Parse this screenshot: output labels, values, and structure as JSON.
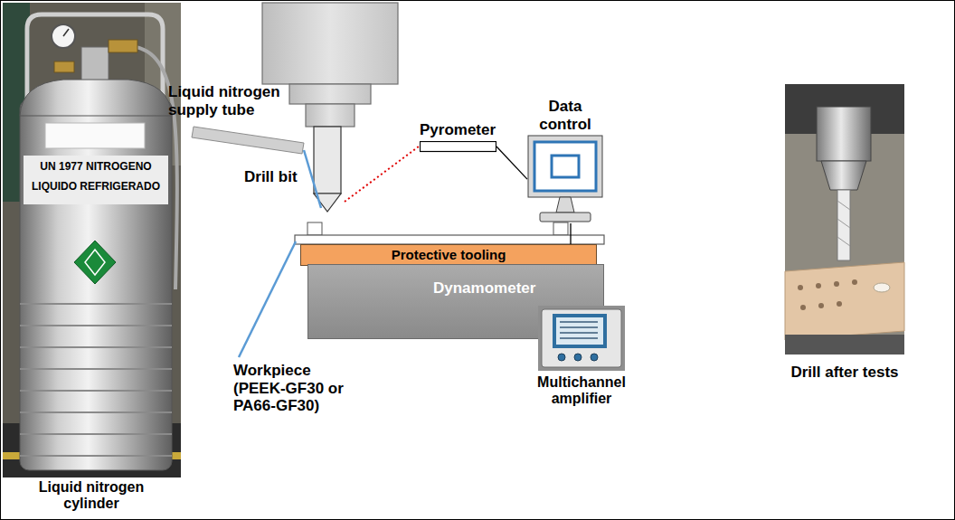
{
  "diagram": {
    "nodes": [
      {
        "text": [
          "Pyrometer"
        ]
      },
      {
        "text": [
          "Data control"
        ]
      },
      {
        "text": [
          "Protective tooling"
        ]
      },
      {
        "text": [
          "Dynamometer"
        ]
      },
      {
        "text": [
          "Multichannel amplifier"
        ]
      }
    ],
    "edges": [
      {
        "from": 0,
        "to": 1,
        "arrow": "none"
      },
      {
        "from": 1,
        "to": 4,
        "arrow": "none"
      }
    ],
    "labels": [
      "UN 1977 NITROGENO",
      "LIQUIDO REFRIGERADO",
      "Liquid nitrogen cylinder",
      "Liquid nitrogen supply tube",
      "Drill bit",
      "Workpiece (PEEK-GF30 or PA66-GF30)",
      "Drill after tests"
    ]
  }
}
